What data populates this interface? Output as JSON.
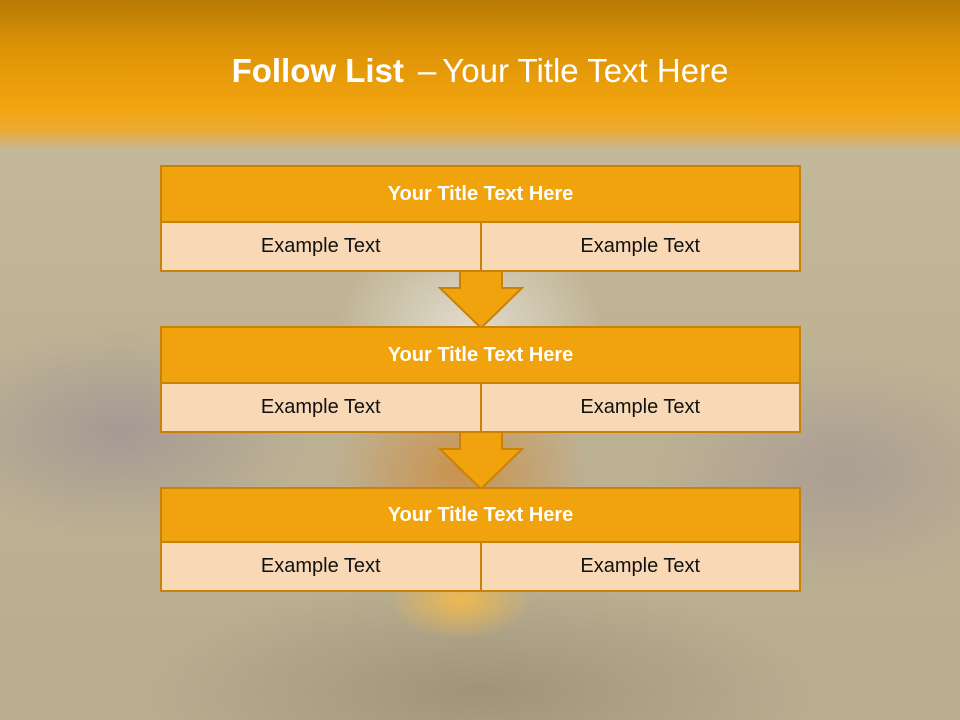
{
  "slide": {
    "title_strong": "Follow List",
    "title_separator": "–",
    "title_rest": "Your Title Text Here"
  },
  "blocks": [
    {
      "title": "Your Title Text Here",
      "cells": [
        "Example Text",
        "Example Text"
      ]
    },
    {
      "title": "Your Title Text Here",
      "cells": [
        "Example Text",
        "Example Text"
      ]
    },
    {
      "title": "Your Title Text Here",
      "cells": [
        "Example Text",
        "Example Text"
      ]
    }
  ],
  "colors": {
    "header": "#f2a40e",
    "block_title": "#f0a30c",
    "block_cell": "#f9d8b5",
    "border": "#c98208",
    "arrow": "#f0a30c"
  },
  "icons": [
    "down-arrow-icon",
    "down-arrow-icon"
  ]
}
